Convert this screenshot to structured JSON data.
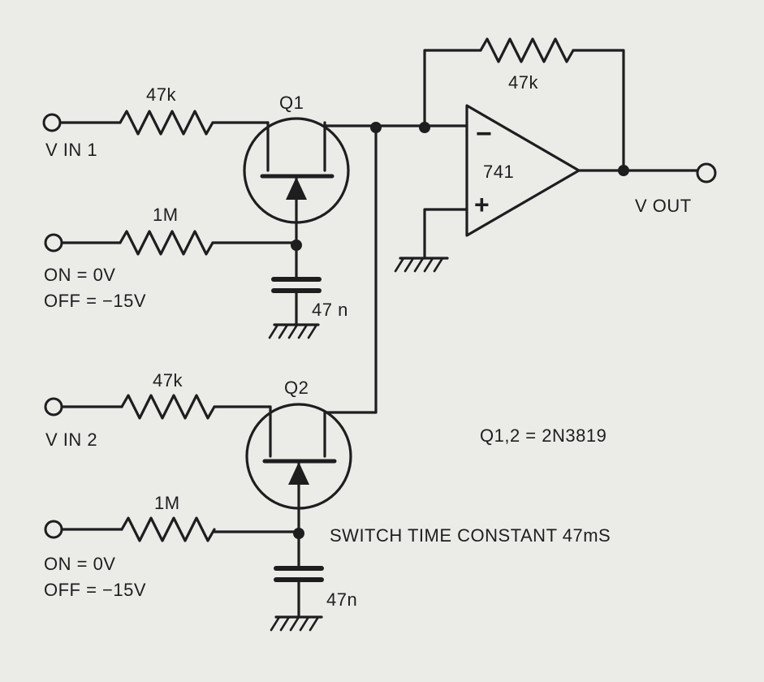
{
  "labels": {
    "r_in1": "47k",
    "r_gate1": "1M",
    "r_in2": "47k",
    "r_gate2": "1M",
    "r_feedback": "47k",
    "q1": "Q1",
    "q2": "Q2",
    "opamp": "741",
    "opamp_minus": "−",
    "opamp_plus": "+",
    "cap1": "47 n",
    "cap2": "47n",
    "vin1": "V IN 1",
    "vin2": "V IN 2",
    "vout": "V OUT",
    "on1": "ON = 0V",
    "off1": "OFF = −15V",
    "on2": "ON = 0V",
    "off2": "OFF = −15V",
    "part_note": "Q1,2 = 2N3819",
    "switch_note": "SWITCH TIME CONSTANT 47mS"
  },
  "colors": {
    "ink": "#1e1e1e",
    "paper": "#ebebe8"
  }
}
